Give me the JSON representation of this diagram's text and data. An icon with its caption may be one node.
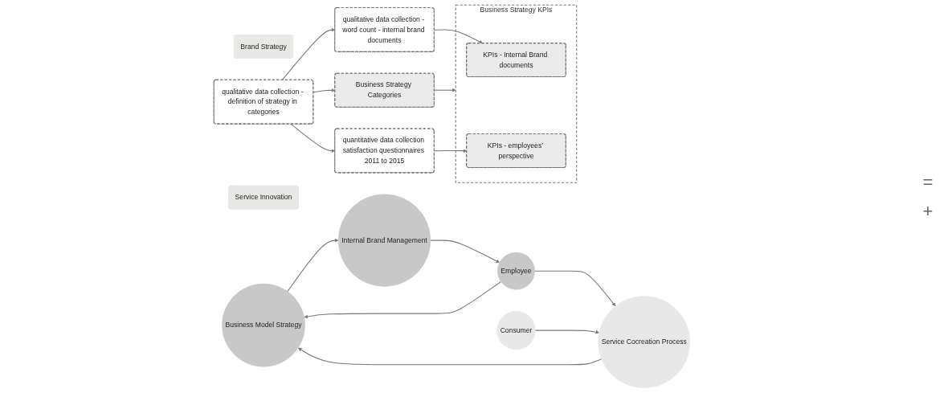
{
  "diagram": {
    "nodes": [
      {
        "text": [
          "Brand Strategy"
        ]
      },
      {
        "text": [
          "Business Model Strategy"
        ]
      },
      {
        "text": [
          "Internal Brand Management"
        ]
      },
      {
        "text": [
          "Employee"
        ]
      },
      {
        "text": [
          "Service Innovation"
        ]
      },
      {
        "text": [
          "Service Cocreation Process"
        ]
      },
      {
        "text": [
          "Consumer"
        ]
      },
      {
        "text": [
          "qualitative data collection - definition of strategy in categories"
        ]
      },
      {
        "text": [
          "quantitative data collection satisfaction questionnaires 2011 to 2015"
        ]
      },
      {
        "text": [
          "qualitative data collection - word count - internal brand documents"
        ]
      },
      {
        "text": [
          "Business Strategy Categories"
        ]
      },
      {
        "text": [
          "Business Strategy KPIs"
        ]
      },
      {
        "text": [
          "KPIs - Internal Brand documents"
        ],
        "in": 11
      },
      {
        "text": [
          "KPIs - employees’ perspective"
        ],
        "in": 11
      }
    ],
    "edges": [
      {
        "from": 1,
        "to": 2,
        "arrow": "to"
      },
      {
        "from": 2,
        "to": 3,
        "arrow": "to"
      },
      {
        "from": 3,
        "to": 5,
        "arrow": "to"
      },
      {
        "from": 6,
        "to": 5,
        "arrow": "to"
      },
      {
        "from": 3,
        "to": 1,
        "arrow": "to"
      },
      {
        "from": 5,
        "to": 1,
        "arrow": "to"
      },
      {
        "from": 7,
        "to": 8,
        "arrow": "to"
      },
      {
        "from": 7,
        "to": 9,
        "arrow": "to"
      },
      {
        "from": 7,
        "to": 10,
        "arrow": "to"
      },
      {
        "from": 10,
        "to": 11,
        "arrow": "to"
      },
      {
        "from": 9,
        "to": 12,
        "arrow": "to"
      },
      {
        "from": 8,
        "to": 13,
        "arrow": "to"
      }
    ],
    "labels": [
      "=",
      "+"
    ]
  }
}
